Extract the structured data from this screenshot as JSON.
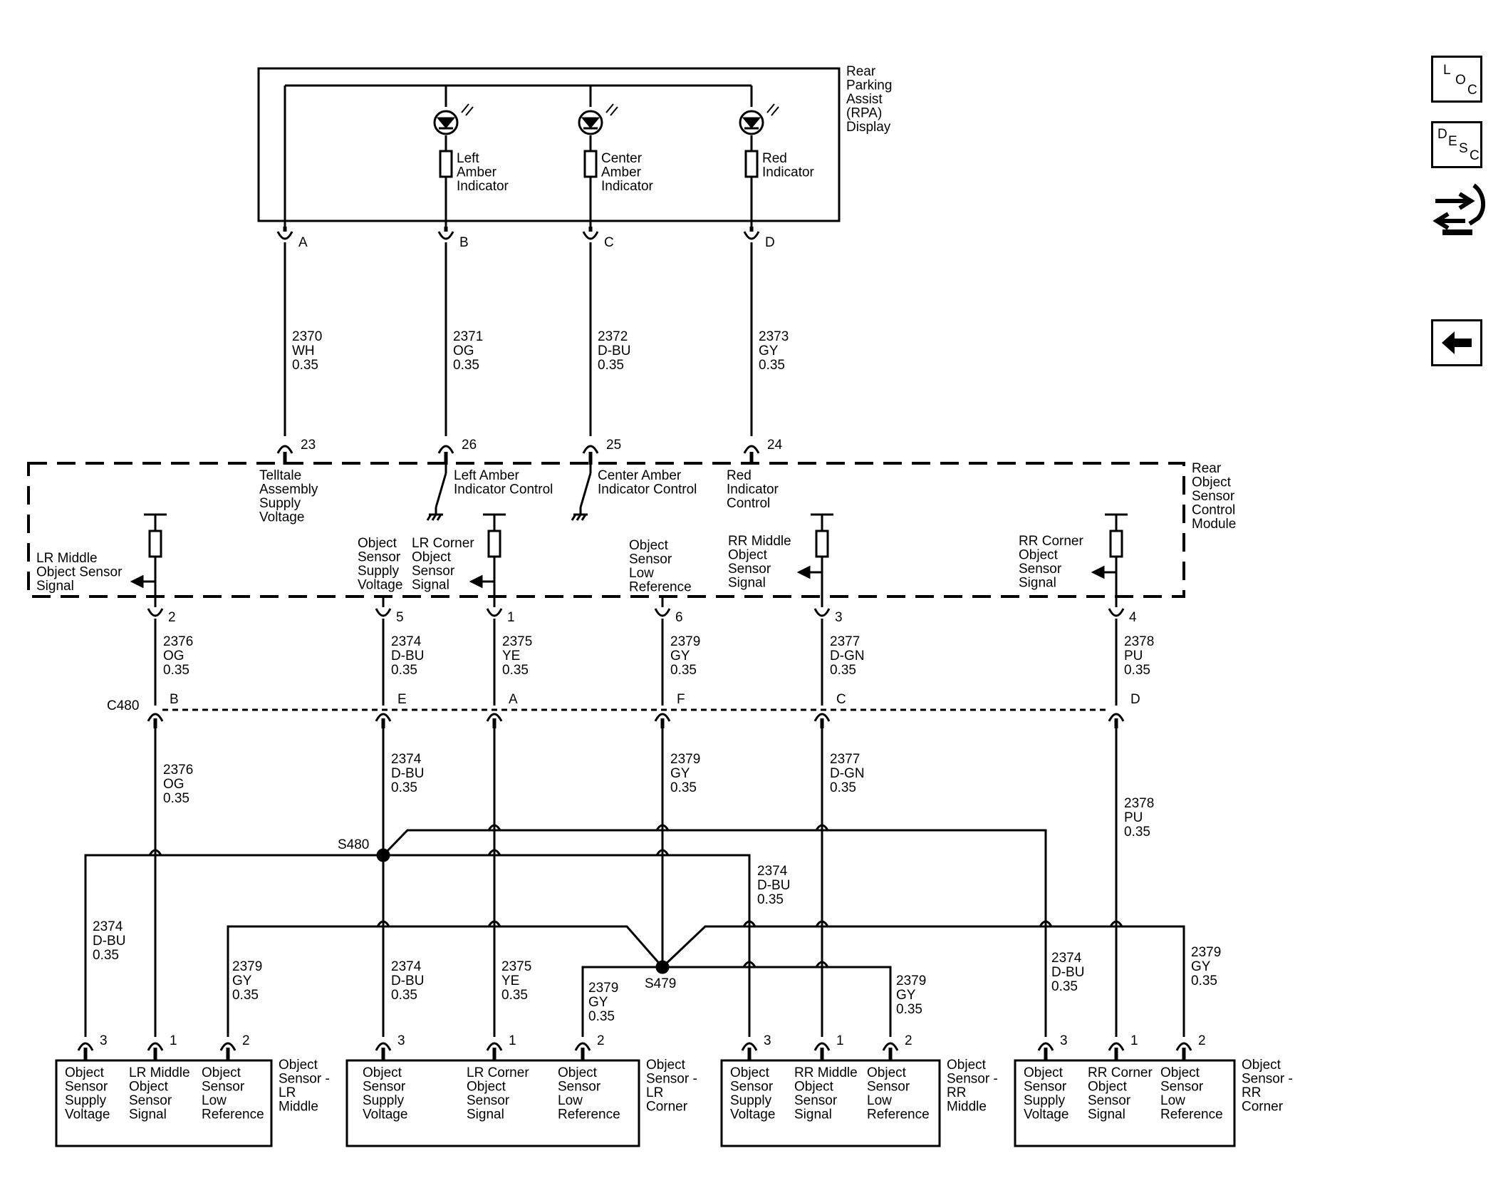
{
  "modules": {
    "rpa": [
      "Rear",
      "Parking",
      "Assist",
      "(RPA)",
      "Display"
    ],
    "rosc": [
      "Rear",
      "Object",
      "Sensor",
      "Control",
      "Module"
    ]
  },
  "indicators": {
    "left_amber": [
      "Left",
      "Amber",
      "Indicator"
    ],
    "center_amber": [
      "Center",
      "Amber",
      "Indicator"
    ],
    "red": [
      "Red",
      "Indicator"
    ]
  },
  "rpa_pins": [
    "A",
    "B",
    "C",
    "D"
  ],
  "top_wires": [
    {
      "circuit": "2370",
      "color": "WH",
      "gauge": "0.35"
    },
    {
      "circuit": "2371",
      "color": "OG",
      "gauge": "0.35"
    },
    {
      "circuit": "2372",
      "color": "D-BU",
      "gauge": "0.35"
    },
    {
      "circuit": "2373",
      "color": "GY",
      "gauge": "0.35"
    }
  ],
  "rosc_top_pins": [
    "23",
    "26",
    "25",
    "24"
  ],
  "rosc_top_labels": {
    "telltale": [
      "Telltale",
      "Assembly",
      "Supply",
      "Voltage"
    ],
    "left_amber_ctrl": [
      "Left Amber",
      "Indicator Control"
    ],
    "center_amber_ctrl": [
      "Center Amber",
      "Indicator Control"
    ],
    "red_ctrl": [
      "Red",
      "Indicator",
      "Control"
    ]
  },
  "rosc_signals": {
    "lr_middle": [
      "LR Middle",
      "Object Sensor",
      "Signal"
    ],
    "supply": [
      "Object",
      "Sensor",
      "Supply",
      "Voltage"
    ],
    "lr_corner": [
      "LR Corner",
      "Object",
      "Sensor",
      "Signal"
    ],
    "low_ref": [
      "Object",
      "Sensor",
      "Low",
      "Reference"
    ],
    "rr_middle": [
      "RR Middle",
      "Object",
      "Sensor",
      "Signal"
    ],
    "rr_corner": [
      "RR Corner",
      "Object",
      "Sensor",
      "Signal"
    ]
  },
  "rosc_bottom_pins": [
    "2",
    "5",
    "1",
    "6",
    "3",
    "4"
  ],
  "mid_wires": [
    {
      "circuit": "2376",
      "color": "OG",
      "gauge": "0.35"
    },
    {
      "circuit": "2374",
      "color": "D-BU",
      "gauge": "0.35"
    },
    {
      "circuit": "2375",
      "color": "YE",
      "gauge": "0.35"
    },
    {
      "circuit": "2379",
      "color": "GY",
      "gauge": "0.35"
    },
    {
      "circuit": "2377",
      "color": "D-GN",
      "gauge": "0.35"
    },
    {
      "circuit": "2378",
      "color": "PU",
      "gauge": "0.35"
    }
  ],
  "connector_c480": {
    "name": "C480",
    "pins": [
      "B",
      "E",
      "A",
      "F",
      "C",
      "D"
    ]
  },
  "lower_wires": [
    {
      "circuit": "2376",
      "color": "OG",
      "gauge": "0.35"
    },
    {
      "circuit": "2374",
      "color": "D-BU",
      "gauge": "0.35"
    },
    {
      "circuit": "2379",
      "color": "GY",
      "gauge": "0.35"
    },
    {
      "circuit": "2377",
      "color": "D-GN",
      "gauge": "0.35"
    },
    {
      "circuit": "2378",
      "color": "PU",
      "gauge": "0.35"
    }
  ],
  "splices": {
    "s480": "S480",
    "s479": "S479"
  },
  "branch_wires": [
    {
      "circuit": "2374",
      "color": "D-BU",
      "gauge": "0.35"
    },
    {
      "circuit": "2379",
      "color": "GY",
      "gauge": "0.35"
    },
    {
      "circuit": "2374",
      "color": "D-BU",
      "gauge": "0.35"
    },
    {
      "circuit": "2375",
      "color": "YE",
      "gauge": "0.35"
    },
    {
      "circuit": "2379",
      "color": "GY",
      "gauge": "0.35"
    },
    {
      "circuit": "2374",
      "color": "D-BU",
      "gauge": "0.35"
    },
    {
      "circuit": "2379",
      "color": "GY",
      "gauge": "0.35"
    },
    {
      "circuit": "2374",
      "color": "D-BU",
      "gauge": "0.35"
    },
    {
      "circuit": "2379",
      "color": "GY",
      "gauge": "0.35"
    }
  ],
  "sensors": [
    {
      "name": [
        "Object",
        "Sensor -",
        "LR",
        "Middle"
      ],
      "pins": [
        "3",
        "1",
        "2"
      ],
      "cols": [
        [
          "Object",
          "Sensor",
          "Supply",
          "Voltage"
        ],
        [
          "LR Middle",
          "Object",
          "Sensor",
          "Signal"
        ],
        [
          "Object",
          "Sensor",
          "Low",
          "Reference"
        ]
      ]
    },
    {
      "name": [
        "Object",
        "Sensor -",
        "LR",
        "Corner"
      ],
      "pins": [
        "3",
        "1",
        "2"
      ],
      "cols": [
        [
          "Object",
          "Sensor",
          "Supply",
          "Voltage"
        ],
        [
          "LR Corner",
          "Object",
          "Sensor",
          "Signal"
        ],
        [
          "Object",
          "Sensor",
          "Low",
          "Reference"
        ]
      ]
    },
    {
      "name": [
        "Object",
        "Sensor -",
        "RR",
        "Middle"
      ],
      "pins": [
        "3",
        "1",
        "2"
      ],
      "cols": [
        [
          "Object",
          "Sensor",
          "Supply",
          "Voltage"
        ],
        [
          "RR Middle",
          "Object",
          "Sensor",
          "Signal"
        ],
        [
          "Object",
          "Sensor",
          "Low",
          "Reference"
        ]
      ]
    },
    {
      "name": [
        "Object",
        "Sensor -",
        "RR",
        "Corner"
      ],
      "pins": [
        "3",
        "1",
        "2"
      ],
      "cols": [
        [
          "Object",
          "Sensor",
          "Supply",
          "Voltage"
        ],
        [
          "RR Corner",
          "Object",
          "Sensor",
          "Signal"
        ],
        [
          "Object",
          "Sensor",
          "Low",
          "Reference"
        ]
      ]
    }
  ],
  "nav": {
    "loc": {
      "a": "L",
      "b": "O",
      "c": "C"
    },
    "desc": {
      "a": "D",
      "b": "E",
      "c": "S",
      "d": "C"
    },
    "icons": [
      "loc-icon",
      "desc-icon",
      "connector-icon",
      "back-arrow-icon"
    ]
  }
}
